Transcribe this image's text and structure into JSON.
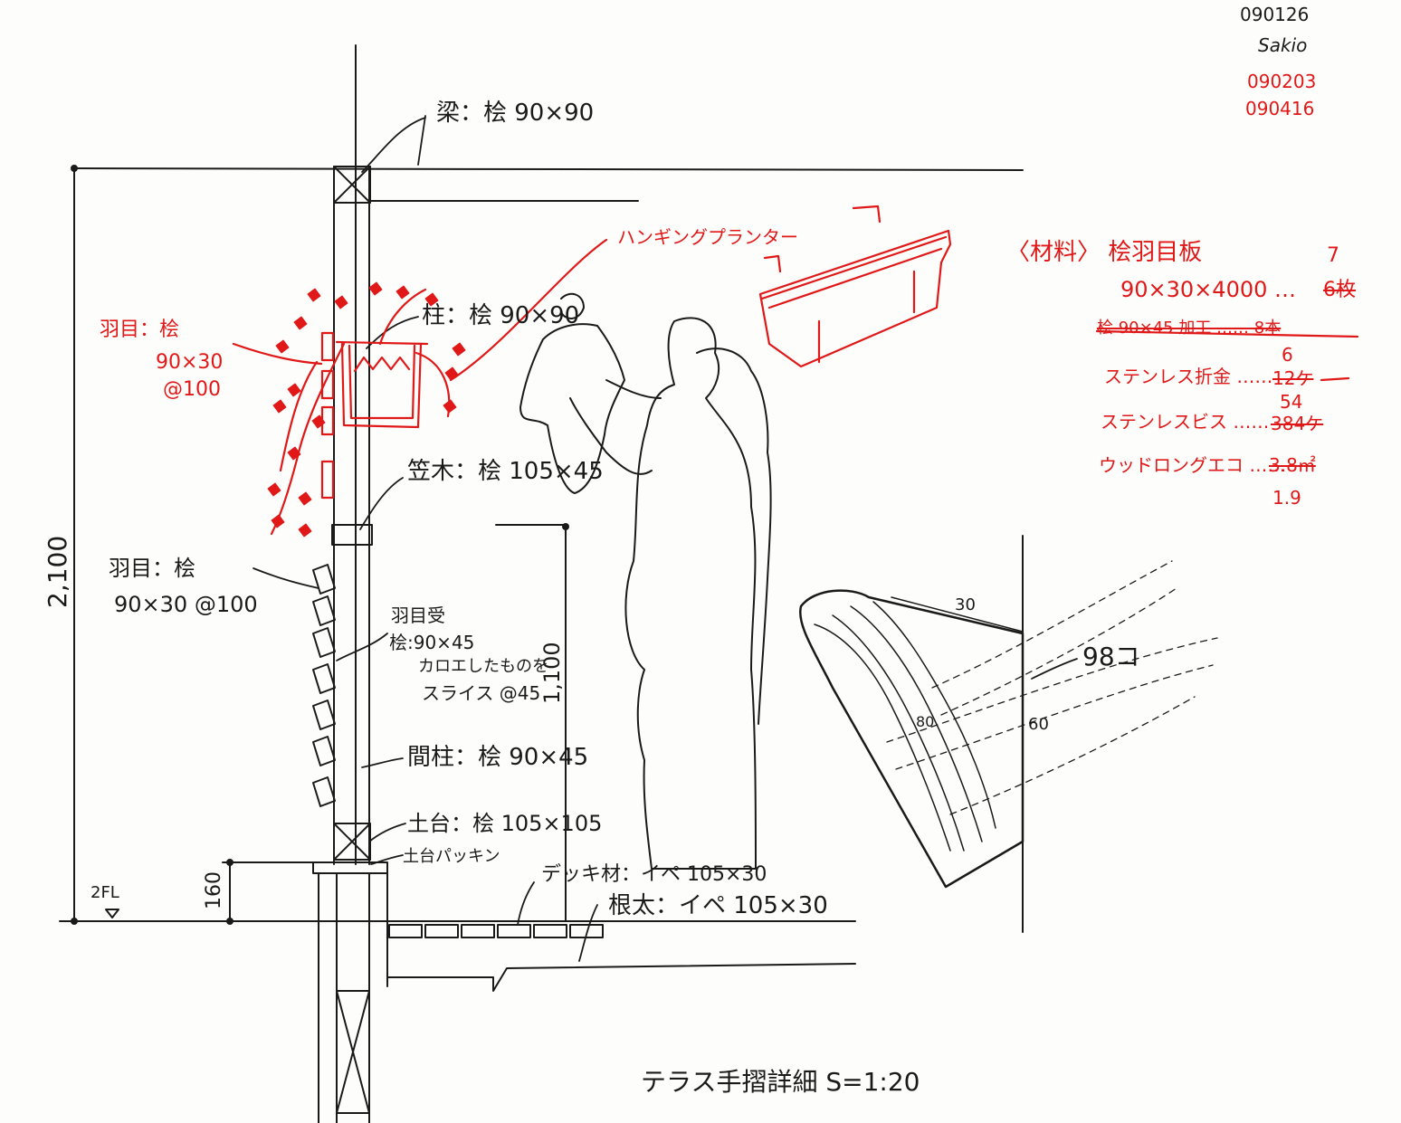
{
  "revision": {
    "date1": "090126",
    "author": "Sakio",
    "date2": "090203",
    "date3": "090416"
  },
  "title": "テラス手摺詳細 S=1:20",
  "colors": {
    "ink": "#1a1a1a",
    "markup_red": "#e01818",
    "paper": "#fdfdfb"
  },
  "labels": {
    "beam": "梁：桧 90×90",
    "hanging_planter": "ハンギングプランター",
    "post": "柱：桧 90×90",
    "louver_red_title": "羽目：桧",
    "louver_red_size": "90×30",
    "louver_red_pitch": "@100",
    "rail": "笠木：桧 105×45",
    "louver_title": "羽目：桧",
    "louver_size": "90×30 @100",
    "louver_receiver_1": "羽目受",
    "louver_receiver_2": "桧:90×45",
    "louver_receiver_3": "カロエしたものを",
    "louver_receiver_4": "スライス @45",
    "stud": "間柱：桧 90×45",
    "sill": "土台：桧 105×105",
    "sill_packing": "土台パッキン",
    "deck_board": "デッキ材：イペ 105×30",
    "joist": "根太：イペ 105×30",
    "dim_height": "2,100",
    "dim_rail": "1,100",
    "dim_160": "160",
    "floor_level": "2FL",
    "detail_30": "30",
    "detail_60": "60",
    "detail_80": "80",
    "detail_r": "98コ"
  },
  "materials": {
    "heading": "〈材料〉 桧羽目板",
    "item1": "90×30×4000 …",
    "item1_old_qty": "6枚",
    "item1_new_qty": "7",
    "item2_struck": "桧 90×45 加工 …… 8本",
    "item3": "ステンレス折金 ……",
    "item3_old_qty": "12ケ",
    "item3_new_qty": "6",
    "item4": "ステンレスビス ……",
    "item4_old_qty": "384ケ",
    "item4_new_qty": "54",
    "item5": "ウッドロングエコ ……",
    "item5_old_qty": "3.8㎡",
    "item5_new_qty": "1.9"
  }
}
